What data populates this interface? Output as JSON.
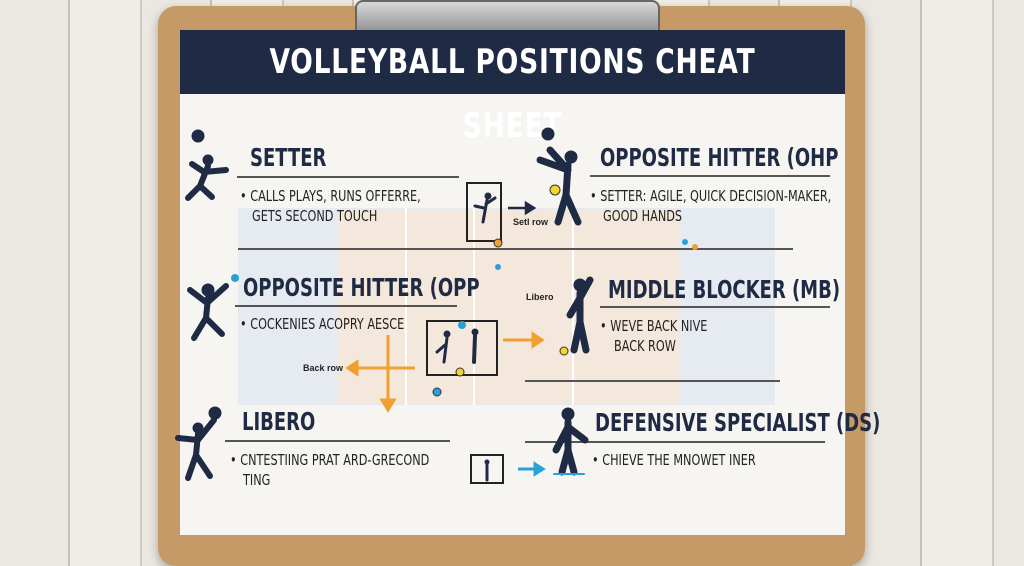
{
  "header": {
    "title": "VOLLEYBALL POSITIONS CHEAT SHEET"
  },
  "positions": [
    {
      "title": "SETTER",
      "lines": [
        "• CALLS PLAYS, RUNS OFFERRE,",
        "GETS SECOND TOUCH"
      ]
    },
    {
      "title": "OPPOSITE HITTER (OHP",
      "lines": [
        "• SETTER: AGILE, QUICK DECISION-MAKER,",
        "GOOD HANDS"
      ]
    },
    {
      "title": "OPPOSITE HITTER (OPP",
      "lines": [
        "• COCKENIES ACOPRY AESCE"
      ]
    },
    {
      "title": "MIDDLE BLOCKER (MB)",
      "lines": [
        "• WEVE BACK NIVE",
        "BACK ROW"
      ]
    },
    {
      "title": "LIBERO",
      "lines": [
        "• CNTESTIING PRAT ARD-GRECOND",
        "TING"
      ]
    },
    {
      "title": "DEFENSIVE SPECIALIST (DS)",
      "lines": [
        "• CHIEVE THE MNOWET INER"
      ]
    }
  ],
  "labels": {
    "set_row": "Setl row",
    "libero": "Libero",
    "back_row": "Back row"
  },
  "colors": {
    "navy": "#1f2a44",
    "orange": "#f0a030",
    "blue": "#2aa0d8",
    "yellow": "#f2d630"
  }
}
